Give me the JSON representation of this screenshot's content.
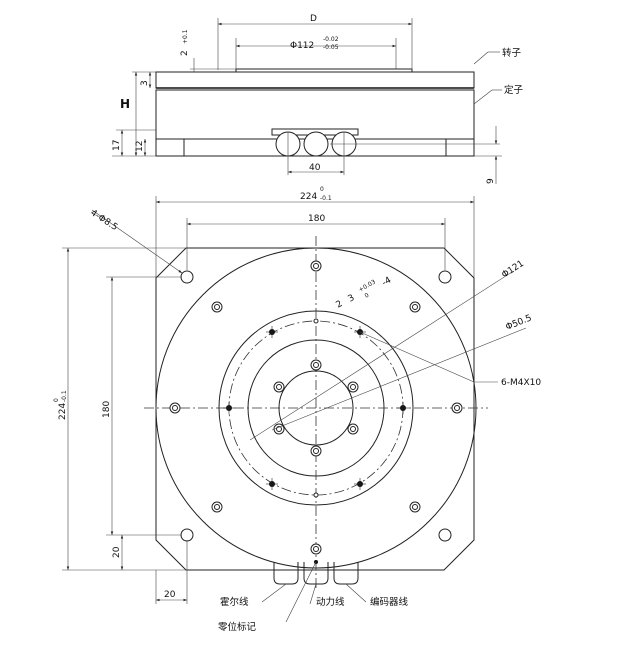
{
  "top_view": {
    "dim_D": "D",
    "dim_phi112": "Φ112",
    "tol_phi112_upper": "-0.02",
    "tol_phi112_lower": "-0.05",
    "dim_2": "2",
    "tol_2": "+0.1",
    "dim_3": "3",
    "dim_H": "H",
    "dim_17": "17",
    "dim_12": "12",
    "dim_40": "40",
    "dim_9": "9",
    "label_rotor": "转子",
    "label_stator": "定子"
  },
  "front_view": {
    "dim_224_top": "224",
    "tol_224_top_upper": "0",
    "tol_224_top_lower": "-0.1",
    "dim_180_top": "180",
    "dim_hole_note": "4-Φ8.5",
    "dim_224_left": "224",
    "tol_224_left_upper": "0",
    "tol_224_left_lower": "-0.1",
    "dim_180_left": "180",
    "dim_20_left": "20",
    "dim_20_bottom": "20",
    "dim_phi121": "Φ121",
    "dim_phi50_5": "Φ50.5",
    "dim_thread": "6-M4X10",
    "dim_depth_2": "2",
    "dim_depth_3": "3",
    "tol_depth_upper": "+0.03",
    "tol_depth_zero": "0",
    "tol_depth_lower": "-4",
    "label_hall": "霍尔线",
    "label_power": "动力线",
    "label_encoder": "编码器线",
    "label_zero": "零位标记"
  }
}
